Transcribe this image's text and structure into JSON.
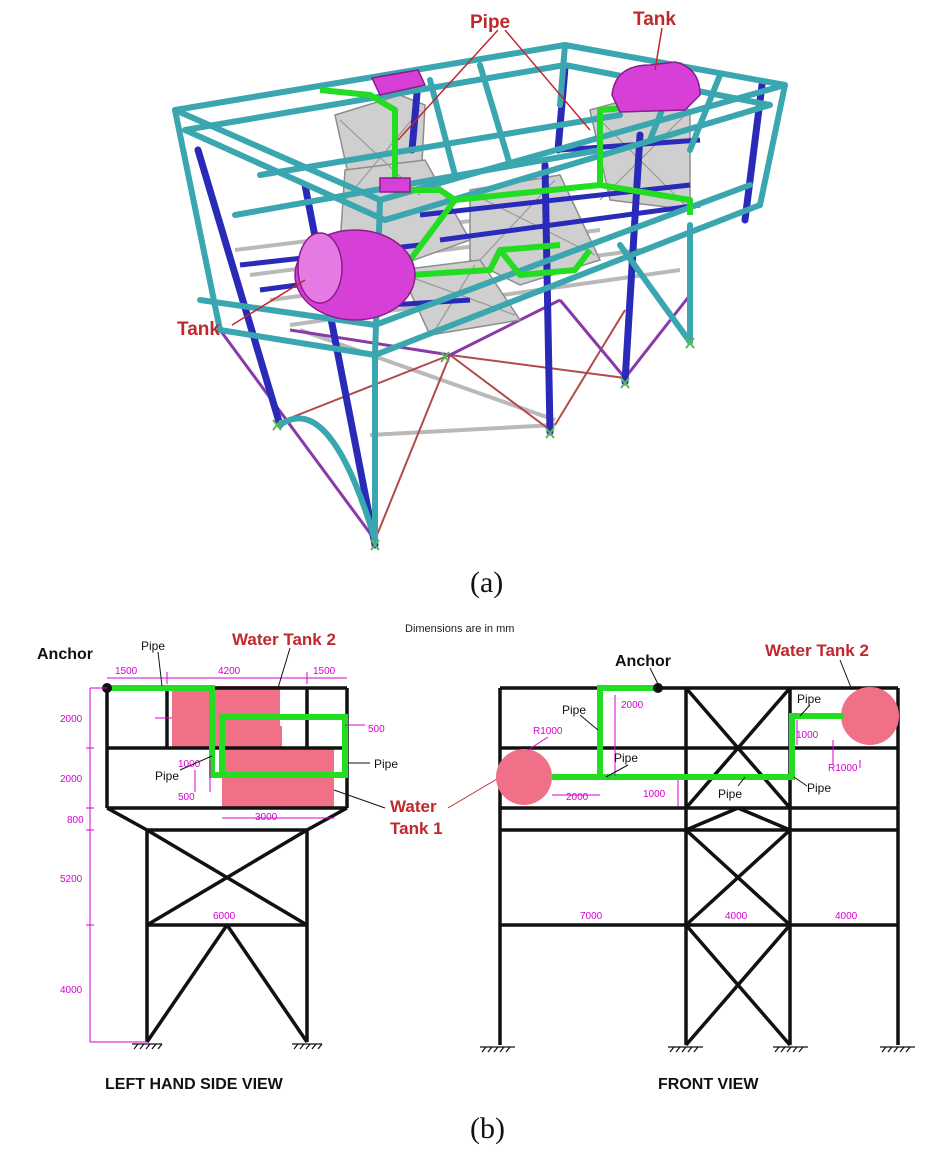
{
  "panel_a": {
    "labels": {
      "pipe": "Pipe",
      "tank_top": "Tank",
      "tank_left": "Tank"
    },
    "caption": "(a)"
  },
  "panel_b": {
    "note": "Dimensions are in mm",
    "caption": "(b)",
    "left_view": {
      "title": "LEFT HAND SIDE VIEW",
      "anchor": "Anchor",
      "pipe_top": "Pipe",
      "pipe_right": "Pipe",
      "pipe_left": "Pipe",
      "water_tank_2": "Water Tank 2",
      "water_tank_1_line1": "Water",
      "water_tank_1_line2": "Tank 1",
      "dims": {
        "top_1500_left": "1500",
        "top_4200": "4200",
        "top_1500_right": "1500",
        "h_2000_a": "2000",
        "h_2000_b": "2000",
        "h_800": "800",
        "h_5200": "5200",
        "h_4000": "4000",
        "d_1000": "1000",
        "d_500a": "500",
        "d_500b": "500",
        "d_3000": "3000",
        "w_6000": "6000"
      }
    },
    "front_view": {
      "title": "FRONT VIEW",
      "anchor": "Anchor",
      "water_tank_2": "Water Tank 2",
      "pipe_a": "Pipe",
      "pipe_b": "Pipe",
      "pipe_c": "Pipe",
      "pipe_d": "Pipe",
      "pipe_e": "Pipe",
      "dims": {
        "r_left": "R1000",
        "r_right": "R1000",
        "d_2000_top": "2000",
        "d_1000": "1000",
        "d_2000_bottom": "2000",
        "d_1000_mid": "1000",
        "w_7000": "7000",
        "w_4000_mid": "4000",
        "w_4000_right": "4000"
      }
    }
  },
  "colors": {
    "cyan_frame": "#3aa6b0",
    "blue_column": "#2a2ab8",
    "pipe_green": "#22dd22",
    "tank_magenta": "#d640d6",
    "tank_pink": "#f07088",
    "dim_magenta": "#d400d4",
    "label_red": "#c0282e"
  }
}
